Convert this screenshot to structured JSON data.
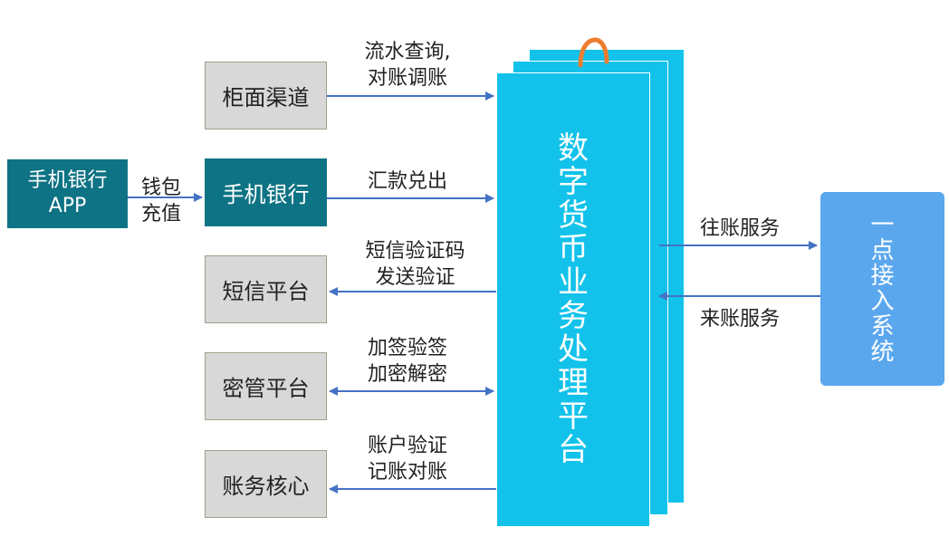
{
  "left": {
    "app_box": "手机银行APP",
    "wallet_label": "钱包充值",
    "boxes": [
      "柜面渠道",
      "手机银行",
      "短信平台",
      "密管平台",
      "账务核心"
    ]
  },
  "links": {
    "counter": "流水查询,对账调账",
    "mobile": "汇款兑出",
    "sms": "短信验证码发送验证",
    "key": "加签验签加密解密",
    "core": "账户验证记账对账"
  },
  "center": {
    "title": "数字货币业务处理平台"
  },
  "right": {
    "out_label": "往账服务",
    "in_label": "来账服务",
    "system": "一点接入系统"
  },
  "colors": {
    "teal": "#0e7384",
    "platform": "#12c2ea",
    "right_system": "#5aa7ee",
    "arrow": "#4472c4",
    "ring": "#ed7d31"
  }
}
